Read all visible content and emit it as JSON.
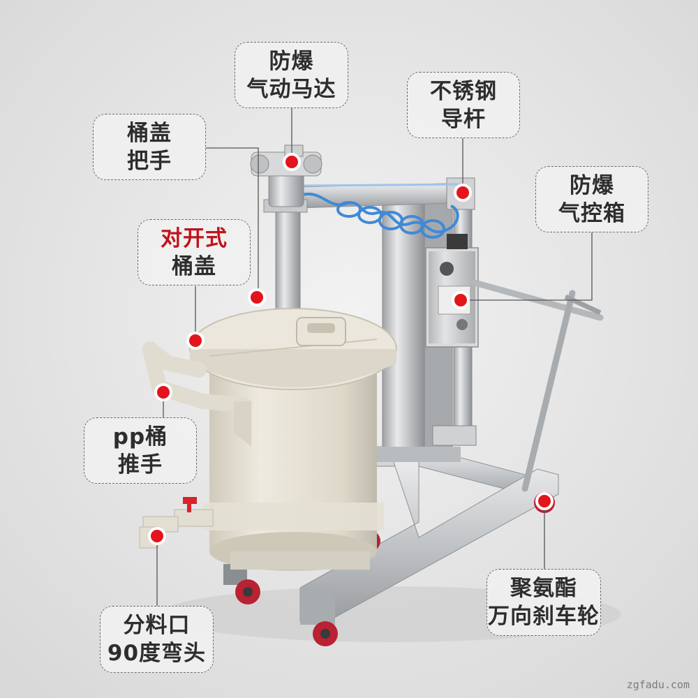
{
  "callouts": {
    "motor": {
      "line1": "防爆",
      "line2": "气动马达"
    },
    "guide_rod": {
      "line1": "不锈钢",
      "line2": "导杆"
    },
    "lid_handle": {
      "line1": "桶盖",
      "line2": "把手"
    },
    "control_box": {
      "line1": "防爆",
      "line2": "气控箱"
    },
    "split_lid": {
      "line1": "对开式",
      "line2": "桶盖"
    },
    "bucket_handle": {
      "line1": "pp桶",
      "line2": "推手"
    },
    "caster": {
      "line1": "聚氨酯",
      "line2": "万向刹车轮"
    },
    "outlet": {
      "line1": "分料口",
      "line2": "90度弯头"
    }
  },
  "watermark": "zgfadu.com",
  "colors": {
    "background": "#e6e6e6",
    "marker_red": "#e3141c",
    "highlight_text": "#c0141c",
    "steel": "#c9cbcd",
    "pp_bucket": "#e4e0d2",
    "air_hose": "#3f8ad6"
  }
}
